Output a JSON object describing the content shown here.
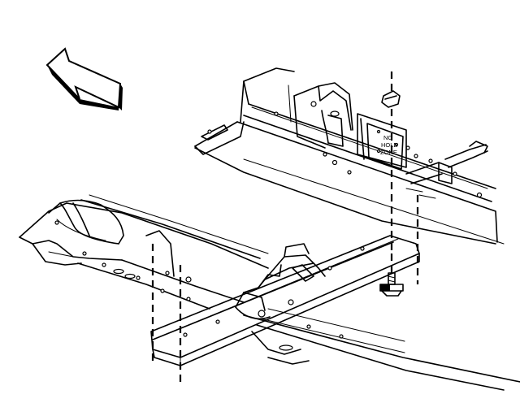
{
  "label": {
    "line1": "NO",
    "line2": "HOLE",
    "line3": "ZONE"
  }
}
